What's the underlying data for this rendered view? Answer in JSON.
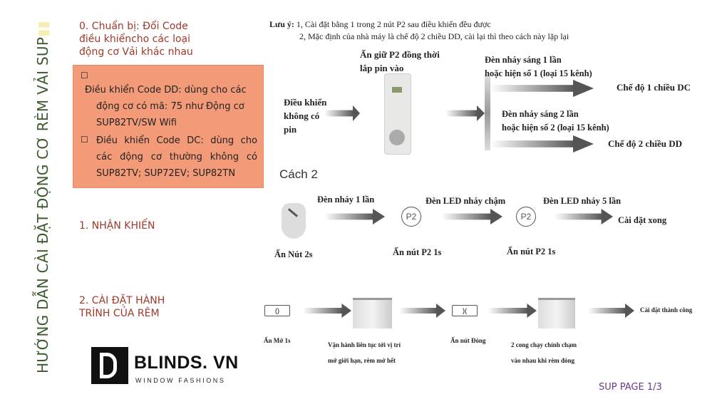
{
  "vertical_title": {
    "main": "HƯỚNG DẪN CÀI ĐẶT ĐỘNG CƠ RÈM VẢI SUP"
  },
  "section0": {
    "title_lines": [
      "0. Chuẩn bị: Đổi Code",
      "điều khiểncho các loại",
      "động cơ Vải khác nhau"
    ],
    "bullet_icon": "☐",
    "item1_line1": "Điều khiển Code DD: dùng cho các",
    "item1_line2": "động cơ có mã: 75 như Động cơ",
    "item1_line3": "SUP82TV/SW Wifi",
    "item2_line1": "Điều khiển Code DC: dùng cho",
    "item2_line2": "các động cơ thường không có",
    "item2_line3": "SUP82TV; SUP72EV; SUP82TN"
  },
  "section1": {
    "title": "1. NHẬN KHIẾN"
  },
  "section2": {
    "title_lines": [
      "2.  CÀI  ĐẶT  HÀNH",
      "TRÌNH CỦA RÊM"
    ]
  },
  "note": {
    "line1_label": "Lưu ý:",
    "line1": " 1, Cài đặt bằng 1 trong 2 nút P2 sau điều khiển đều được",
    "line2": "2, Mặc định của nhà máy là chế độ 2 chiều DD, cài lại thì theo cách này lặp lại"
  },
  "method1": {
    "hold_lines": [
      "Ấn giữ P2 đồng thời",
      "lắp pin vào"
    ],
    "remote_lines": [
      "Điều khiển",
      "không có",
      "pin"
    ],
    "branch1_lines": [
      "Đèn nháy sáng 1 lần",
      "hoặc hiện số 1 (loại 15 kênh)"
    ],
    "branch1_result": "Chế độ 1 chiều DC",
    "branch2_lines": [
      "Đèn nháy sáng 2 lần",
      "hoặc hiện số 2 (loại 15 kênh)"
    ],
    "branch2_result": "Chế độ 2 chiều DD"
  },
  "method2": {
    "title": "Cách 2",
    "step1_caption": "Ấn Nút 2s",
    "arrow1": "Đèn nháy 1 lần",
    "p2_label": "P2",
    "step2_caption": "Ấn nút P2 1s",
    "arrow2": "Đèn LED nháy chậm",
    "step3_caption": "Ấn nút P2 1s",
    "arrow3": "Đèn LED nháy 5 lần",
    "result": "Cài đặt xong"
  },
  "travel": {
    "open_caption": "Ấn Mở 1s",
    "open_icon": "()",
    "run_lines": [
      "Vận hành liên tục tới vị trí",
      "mở giới hạn, rèm mở hết"
    ],
    "close_caption": "Ấn nút Đóng",
    "close_icon": ")(",
    "close_lines": [
      "2 cong chạy chính chạm",
      "vào nhau khi rèm đóng"
    ],
    "result": "Cài đặt thành công"
  },
  "logo": {
    "brand": "BLINDS. VN",
    "tagline": "WINDOW FASHIONS"
  },
  "footer": {
    "page": "SUP PAGE 1/3"
  }
}
